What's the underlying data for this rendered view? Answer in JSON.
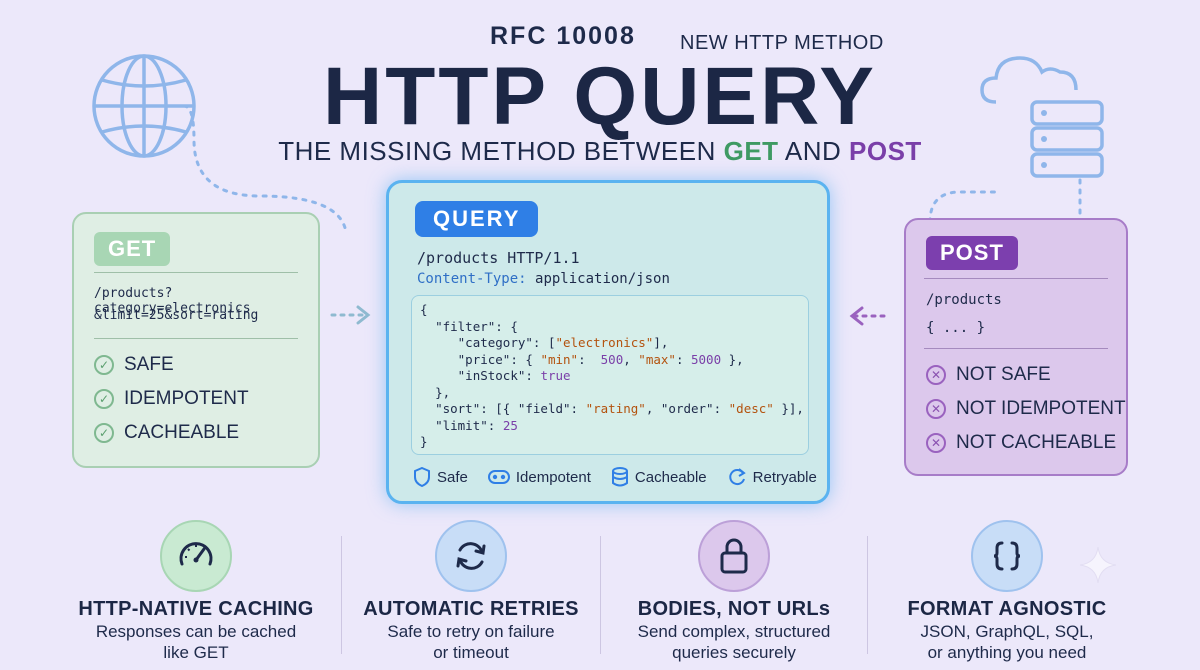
{
  "header": {
    "rfc": "RFC 10008",
    "tagline": "NEW HTTP METHOD",
    "title": "HTTP QUERY",
    "subtitle_prefix": "THE MISSING METHOD BETWEEN",
    "subtitle_get": "GET",
    "subtitle_and": "AND",
    "subtitle_post": "POST"
  },
  "get": {
    "label": "GET",
    "url_line1": "/products?category=electronics",
    "url_line2": "&limit=25&sort=rating",
    "props": [
      "SAFE",
      "IDEMPOTENT",
      "CACHEABLE"
    ]
  },
  "post": {
    "label": "POST",
    "url": "/products",
    "body": "{ ... }",
    "props": [
      "NOT SAFE",
      "NOT IDEMPOTENT",
      "NOT CACHEABLE"
    ]
  },
  "query": {
    "label": "QUERY",
    "request_line": "/products  HTTP/1.1",
    "content_type_key": "Content-Type:",
    "content_type_value": "application/json",
    "code": {
      "l1": "{",
      "l2k": "\"filter\"",
      "l2r": ": {",
      "l3k": "\"category\"",
      "l3m": ": [",
      "l3v": "\"electronics\"",
      "l3e": "],",
      "l4k": "\"price\"",
      "l4a": ": { ",
      "l4mk": "\"min\"",
      "l4c": ":  ",
      "l4mv": "500",
      "l4d": ", ",
      "l4xk": "\"max\"",
      "l4e": ": ",
      "l4xv": "5000",
      "l4f": " },",
      "l5k": "\"inStock\"",
      "l5c": ": ",
      "l5v": "true",
      "l6": "},",
      "l7k": "\"sort\"",
      "l7a": ": [{ ",
      "l7fk": "\"field\"",
      "l7b": ": ",
      "l7fv": "\"rating\"",
      "l7c": ", ",
      "l7ok": "\"order\"",
      "l7d": ": ",
      "l7ov": "\"desc\"",
      "l7e": " }],",
      "l8k": "\"limit\"",
      "l8c": ": ",
      "l8v": "25",
      "l9": "}"
    },
    "badges": [
      "Safe",
      "Idempotent",
      "Cacheable",
      "Retryable"
    ]
  },
  "features": [
    {
      "title": "HTTP-NATIVE CACHING",
      "desc1": "Responses can be cached",
      "desc2": "like GET",
      "icon": "gauge-icon"
    },
    {
      "title": "AUTOMATIC RETRIES",
      "desc1": "Safe to retry on failure",
      "desc2": "or timeout",
      "icon": "refresh-icon"
    },
    {
      "title": "BODIES, NOT URLs",
      "desc1": "Send complex, structured",
      "desc2": "queries securely",
      "icon": "lock-icon"
    },
    {
      "title": "FORMAT AGNOSTIC",
      "desc1": "JSON, GraphQL, SQL,",
      "desc2": "or anything you need",
      "icon": "braces-icon"
    }
  ],
  "colors": {
    "background": "#ece8fa",
    "get_green": "#3f9a63",
    "post_purple": "#7a3fa8",
    "query_blue": "#2f7fe6"
  }
}
